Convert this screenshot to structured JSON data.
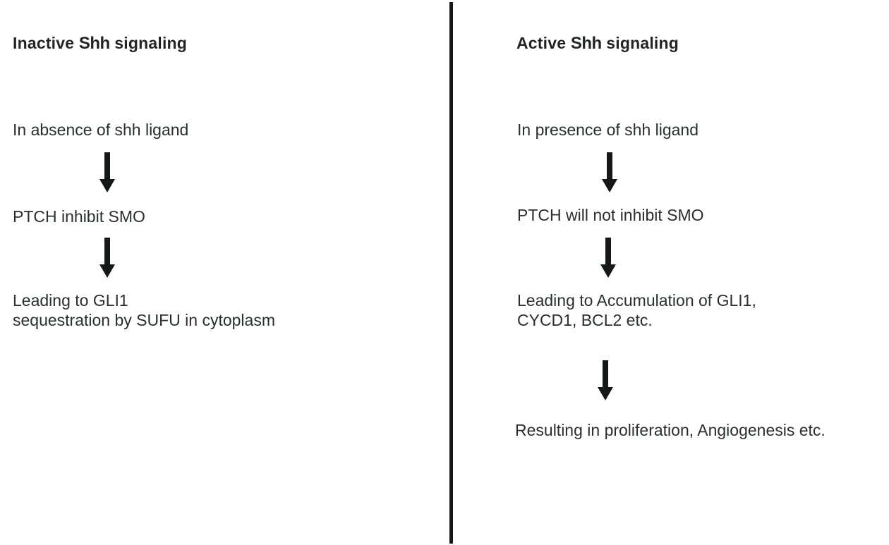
{
  "page": {
    "background_color": "#ffffff",
    "text_color": "#28302f",
    "arrow_color": "#151818",
    "divider_color": "#141717"
  },
  "left": {
    "heading": {
      "pre": "Inactive",
      "emph": "Shh",
      "post": "signaling"
    },
    "steps": [
      {
        "lines": [
          "In absence of shh ligand"
        ]
      },
      {
        "lines": [
          "PTCH inhibit SMO"
        ]
      },
      {
        "lines": [
          "Leading to GLI1",
          "sequestration by SUFU in cytoplasm"
        ]
      }
    ]
  },
  "right": {
    "heading": {
      "pre": "Active",
      "emph": "Shh",
      "post": "signaling"
    },
    "steps": [
      {
        "lines": [
          "In presence of shh ligand"
        ]
      },
      {
        "lines": [
          "PTCH will not inhibit SMO"
        ]
      },
      {
        "lines": [
          "Leading to Accumulation of GLI1,",
          "CYCD1, BCL2 etc."
        ]
      },
      {
        "lines": [
          "Resulting in proliferation, Angiogenesis etc."
        ]
      }
    ]
  }
}
